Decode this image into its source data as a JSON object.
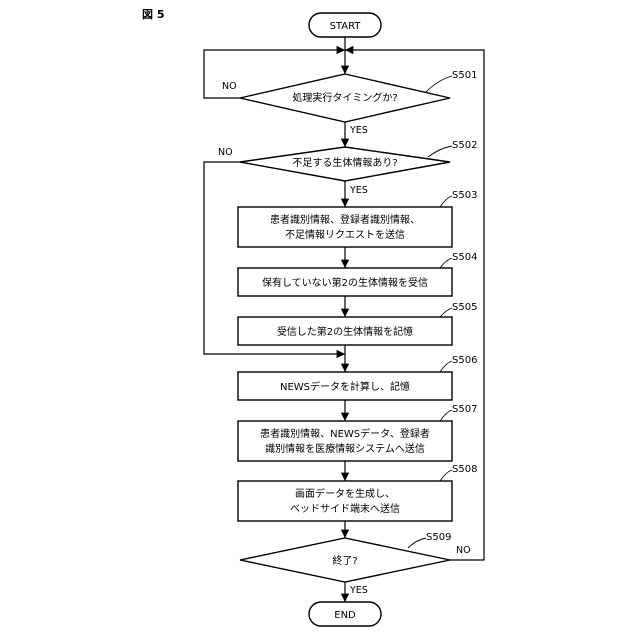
{
  "figure_label": "図 5",
  "nodes": {
    "start": {
      "label": "START"
    },
    "end": {
      "label": "END"
    },
    "s501": {
      "step": "S501",
      "lines": [
        "処理実行タイミングか?"
      ]
    },
    "s502": {
      "step": "S502",
      "lines": [
        "不足する生体情報あり?"
      ]
    },
    "s503": {
      "step": "S503",
      "lines": [
        "患者識別情報、登録者識別情報、",
        "不足情報リクエストを送信"
      ]
    },
    "s504": {
      "step": "S504",
      "lines": [
        "保有していない第2の生体情報を受信"
      ]
    },
    "s505": {
      "step": "S505",
      "lines": [
        "受信した第2の生体情報を記憶"
      ]
    },
    "s506": {
      "step": "S506",
      "lines": [
        "NEWSデータを計算し、記憶"
      ]
    },
    "s507": {
      "step": "S507",
      "lines": [
        "患者識別情報、NEWSデータ、登録者",
        "識別情報を医療情報システムへ送信"
      ]
    },
    "s508": {
      "step": "S508",
      "lines": [
        "画面データを生成し、",
        "ベッドサイド端末へ送信"
      ]
    },
    "s509": {
      "step": "S509",
      "lines": [
        "終了?"
      ]
    }
  },
  "branches": {
    "yes": "YES",
    "no": "NO"
  }
}
